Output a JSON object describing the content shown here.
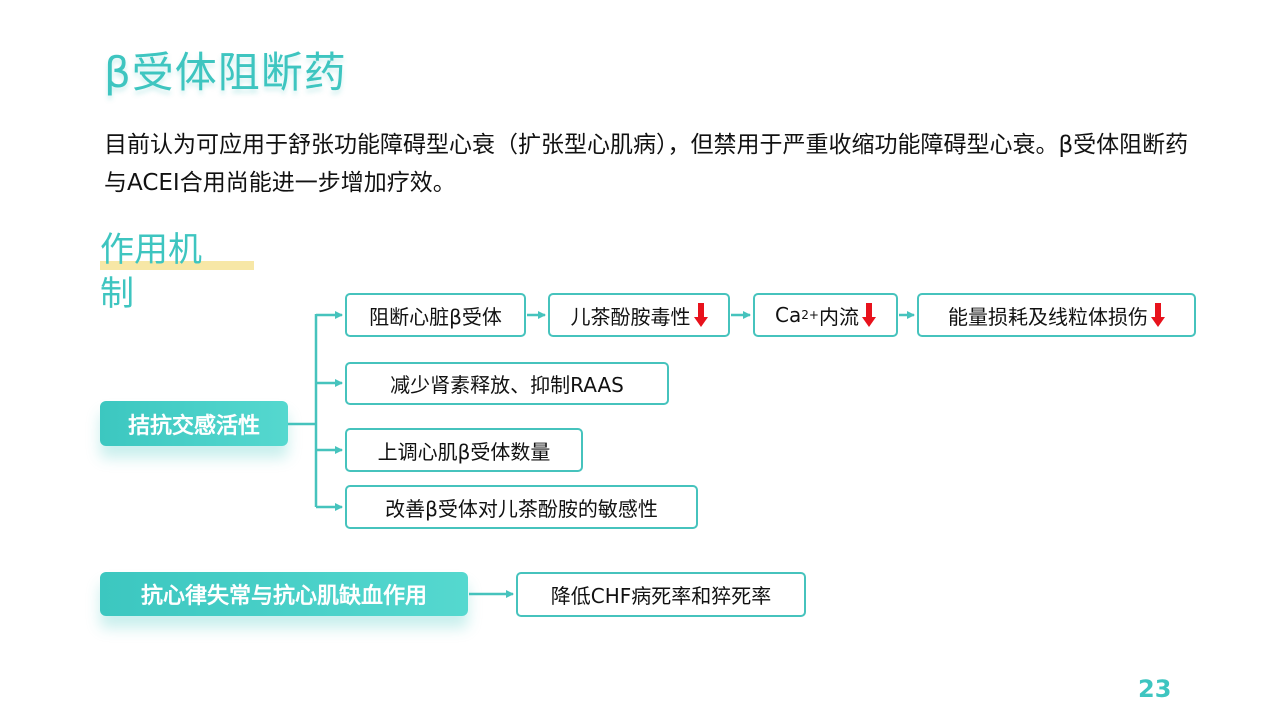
{
  "slide": {
    "title": "β受体阻断药",
    "intro": "目前认为可应用于舒张功能障碍型心衰（扩张型心肌病），但禁用于严重收缩功能障碍型心衰。β受体阻断药与ACEI合用尚能进一步增加疗效。",
    "mechanism_label": "作用机制",
    "page_number": "23"
  },
  "pills": {
    "sympathetic": "拮抗交感活性",
    "antiarrhythmic": "抗心律失常与抗心肌缺血作用"
  },
  "boxes": {
    "block_beta": "阻断心脏β受体",
    "catecholamine_toxicity": "儿茶酚胺毒性",
    "ca_prefix": "Ca",
    "ca_superscript": "2+",
    "ca_suffix": "内流",
    "energy_loss": "能量损耗及线粒体损伤",
    "reduce_renin": "减少肾素释放、抑制RAAS",
    "upregulate": "上调心肌β受体数量",
    "improve_sensitivity": "改善β受体对儿茶酚胺的敏感性",
    "reduce_mortality": "降低CHF病死率和猝死率"
  },
  "colors": {
    "accent": "#3ec5c0",
    "border": "#46c3bd",
    "down_arrow": "#e8121c",
    "underline": "#f7e7a6"
  }
}
